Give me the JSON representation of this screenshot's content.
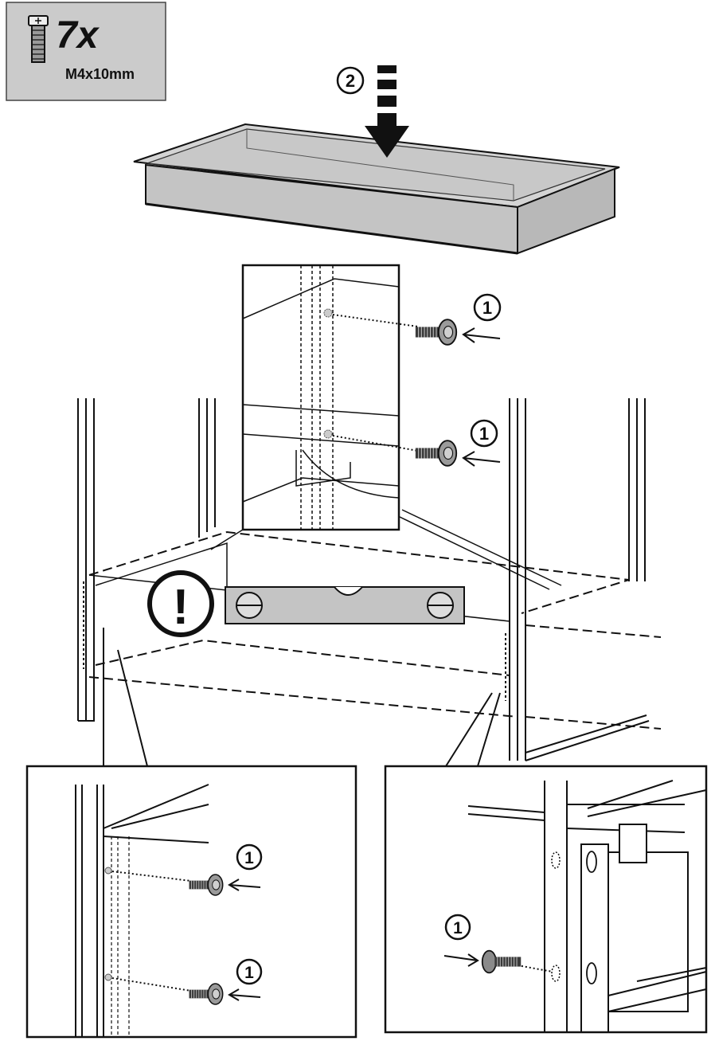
{
  "hardware_box": {
    "quantity": "7x",
    "screw_spec": "M4x10mm",
    "icon": "screw-icon"
  },
  "steps": {
    "step1": "1",
    "step2": "2"
  },
  "warning": {
    "symbol": "!",
    "icon": "warning-icon"
  },
  "colors": {
    "panel_fill": "#cbcbcb",
    "part_fill": "#c4c4c4",
    "line": "#1a1a1a",
    "background": "#ffffff"
  }
}
